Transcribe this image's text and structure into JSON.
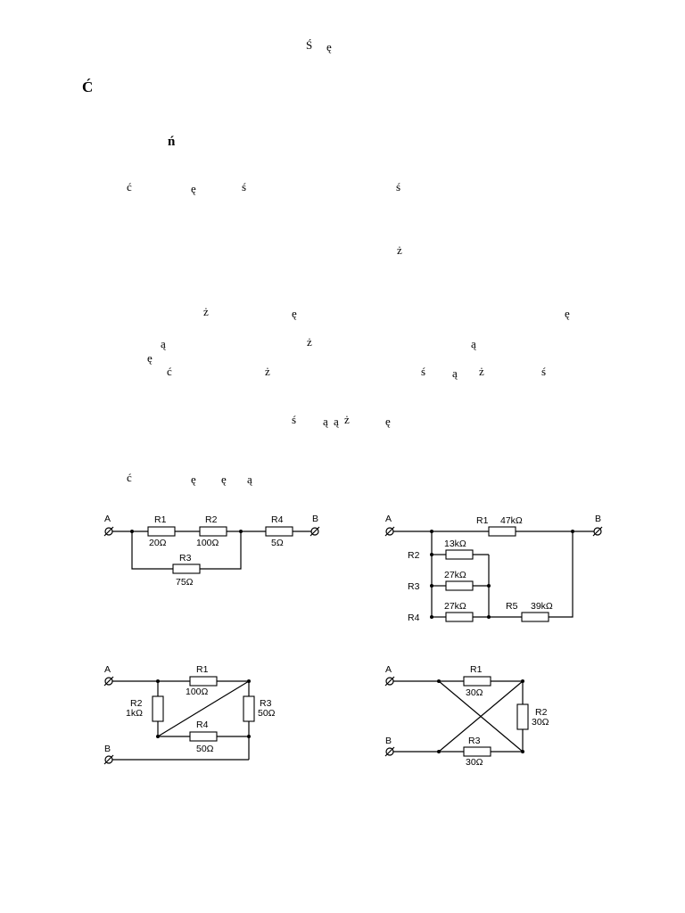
{
  "doc": {
    "header": [
      "Ś",
      "ę"
    ],
    "heading": "Ć",
    "subheading": "ń",
    "para1_line1": [
      "ć",
      "ę",
      "ś",
      "ś"
    ],
    "para1_line2": [
      "ż"
    ],
    "para2_line1": [
      "ż",
      "ę",
      "ę"
    ],
    "para2_line2": [
      "ą",
      "ż",
      "ą"
    ],
    "para2_line3": [
      "ę"
    ],
    "para2_line4": [
      "ć",
      "ż",
      "ś",
      "ą",
      "ż",
      "ś"
    ],
    "para3_line1": [
      "ś",
      "ą",
      "ą",
      "ż",
      "ę"
    ],
    "task_line": [
      "ć",
      "ę",
      "ę",
      "ą"
    ]
  },
  "circuits": {
    "c1": {
      "terminals": [
        "A",
        "B"
      ],
      "resistors": [
        {
          "name": "R1",
          "value": "20Ω"
        },
        {
          "name": "R2",
          "value": "100Ω"
        },
        {
          "name": "R4",
          "value": "5Ω"
        },
        {
          "name": "R3",
          "value": "75Ω"
        }
      ]
    },
    "c2": {
      "terminals": [
        "A",
        "B"
      ],
      "resistors": [
        {
          "name": "R1",
          "value": "47kΩ"
        },
        {
          "name": "R2",
          "value": "13kΩ"
        },
        {
          "name": "R3",
          "value": "27kΩ"
        },
        {
          "name": "R4",
          "value": "27kΩ"
        },
        {
          "name": "R5",
          "value": "39kΩ"
        }
      ]
    },
    "c3": {
      "terminals": [
        "A",
        "B"
      ],
      "resistors": [
        {
          "name": "R1",
          "value": "100Ω"
        },
        {
          "name": "R2",
          "value": "1kΩ"
        },
        {
          "name": "R3",
          "value": "50Ω"
        },
        {
          "name": "R4",
          "value": "50Ω"
        }
      ]
    },
    "c4": {
      "terminals": [
        "A",
        "B"
      ],
      "resistors": [
        {
          "name": "R1",
          "value": "30Ω"
        },
        {
          "name": "R2",
          "value": "30Ω"
        },
        {
          "name": "R3",
          "value": "30Ω"
        }
      ]
    }
  }
}
